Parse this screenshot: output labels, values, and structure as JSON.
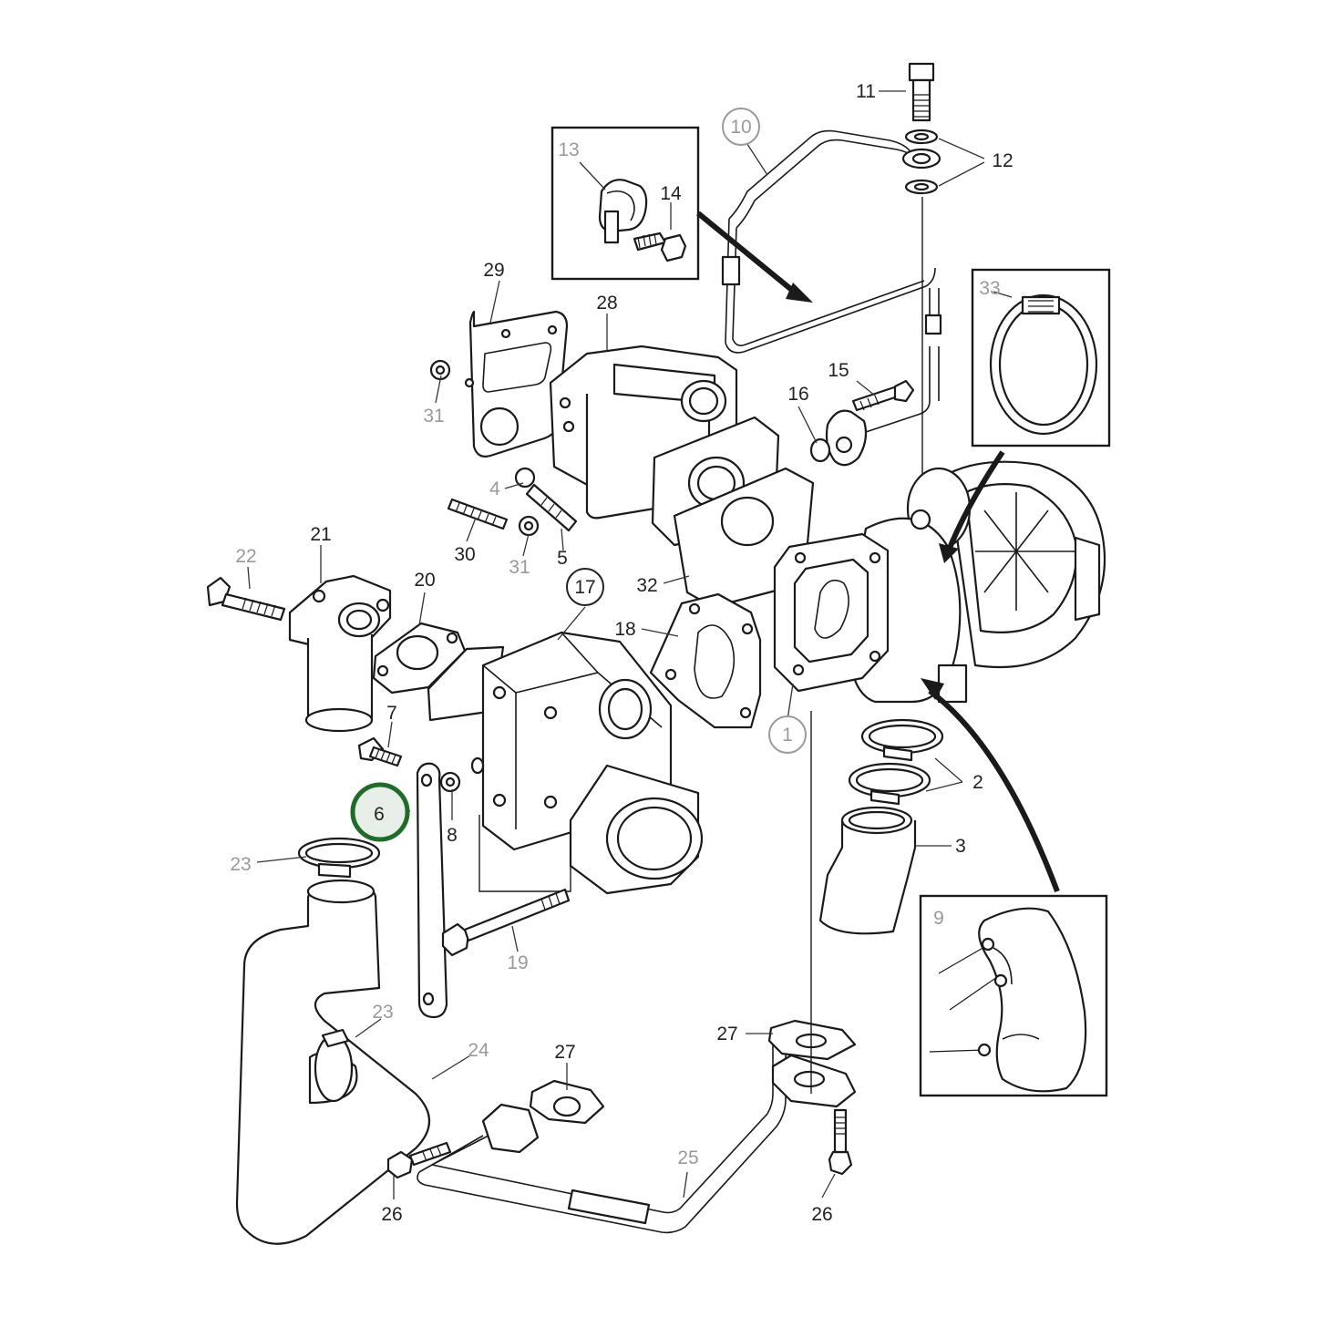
{
  "diagram": {
    "colors": {
      "line": "#1a1a1a",
      "label_dark": "#222222",
      "label_grey": "#9a9a9a",
      "highlight_ring": "#1f6b2a",
      "highlight_fill": "#e8eee8"
    },
    "highlighted_part": "6",
    "callouts": [
      {
        "id": "c1",
        "text": "1",
        "style": "circled-grey"
      },
      {
        "id": "c2",
        "text": "2",
        "style": "dark"
      },
      {
        "id": "c3",
        "text": "3",
        "style": "dark"
      },
      {
        "id": "c4",
        "text": "4",
        "style": "grey"
      },
      {
        "id": "c5",
        "text": "5",
        "style": "dark"
      },
      {
        "id": "c6",
        "text": "6",
        "style": "highlighted"
      },
      {
        "id": "c7",
        "text": "7",
        "style": "dark"
      },
      {
        "id": "c8",
        "text": "8",
        "style": "dark"
      },
      {
        "id": "c9",
        "text": "9",
        "style": "grey"
      },
      {
        "id": "c10",
        "text": "10",
        "style": "circled-grey"
      },
      {
        "id": "c11",
        "text": "11",
        "style": "dark"
      },
      {
        "id": "c12",
        "text": "12",
        "style": "dark"
      },
      {
        "id": "c13",
        "text": "13",
        "style": "grey"
      },
      {
        "id": "c14",
        "text": "14",
        "style": "dark"
      },
      {
        "id": "c15",
        "text": "15",
        "style": "dark"
      },
      {
        "id": "c16",
        "text": "16",
        "style": "dark"
      },
      {
        "id": "c17",
        "text": "17",
        "style": "circled-dark"
      },
      {
        "id": "c18",
        "text": "18",
        "style": "dark"
      },
      {
        "id": "c19",
        "text": "19",
        "style": "grey"
      },
      {
        "id": "c20",
        "text": "20",
        "style": "dark"
      },
      {
        "id": "c21",
        "text": "21",
        "style": "dark"
      },
      {
        "id": "c22",
        "text": "22",
        "style": "grey"
      },
      {
        "id": "c23a",
        "text": "23",
        "style": "grey"
      },
      {
        "id": "c23b",
        "text": "23",
        "style": "grey"
      },
      {
        "id": "c24",
        "text": "24",
        "style": "grey"
      },
      {
        "id": "c25",
        "text": "25",
        "style": "grey"
      },
      {
        "id": "c26a",
        "text": "26",
        "style": "dark"
      },
      {
        "id": "c26b",
        "text": "26",
        "style": "dark"
      },
      {
        "id": "c27a",
        "text": "27",
        "style": "dark"
      },
      {
        "id": "c27b",
        "text": "27",
        "style": "dark"
      },
      {
        "id": "c28",
        "text": "28",
        "style": "dark"
      },
      {
        "id": "c29",
        "text": "29",
        "style": "dark"
      },
      {
        "id": "c30",
        "text": "30",
        "style": "dark"
      },
      {
        "id": "c31a",
        "text": "31",
        "style": "grey"
      },
      {
        "id": "c31b",
        "text": "31",
        "style": "grey"
      },
      {
        "id": "c32",
        "text": "32",
        "style": "dark"
      },
      {
        "id": "c33",
        "text": "33",
        "style": "grey"
      }
    ]
  }
}
